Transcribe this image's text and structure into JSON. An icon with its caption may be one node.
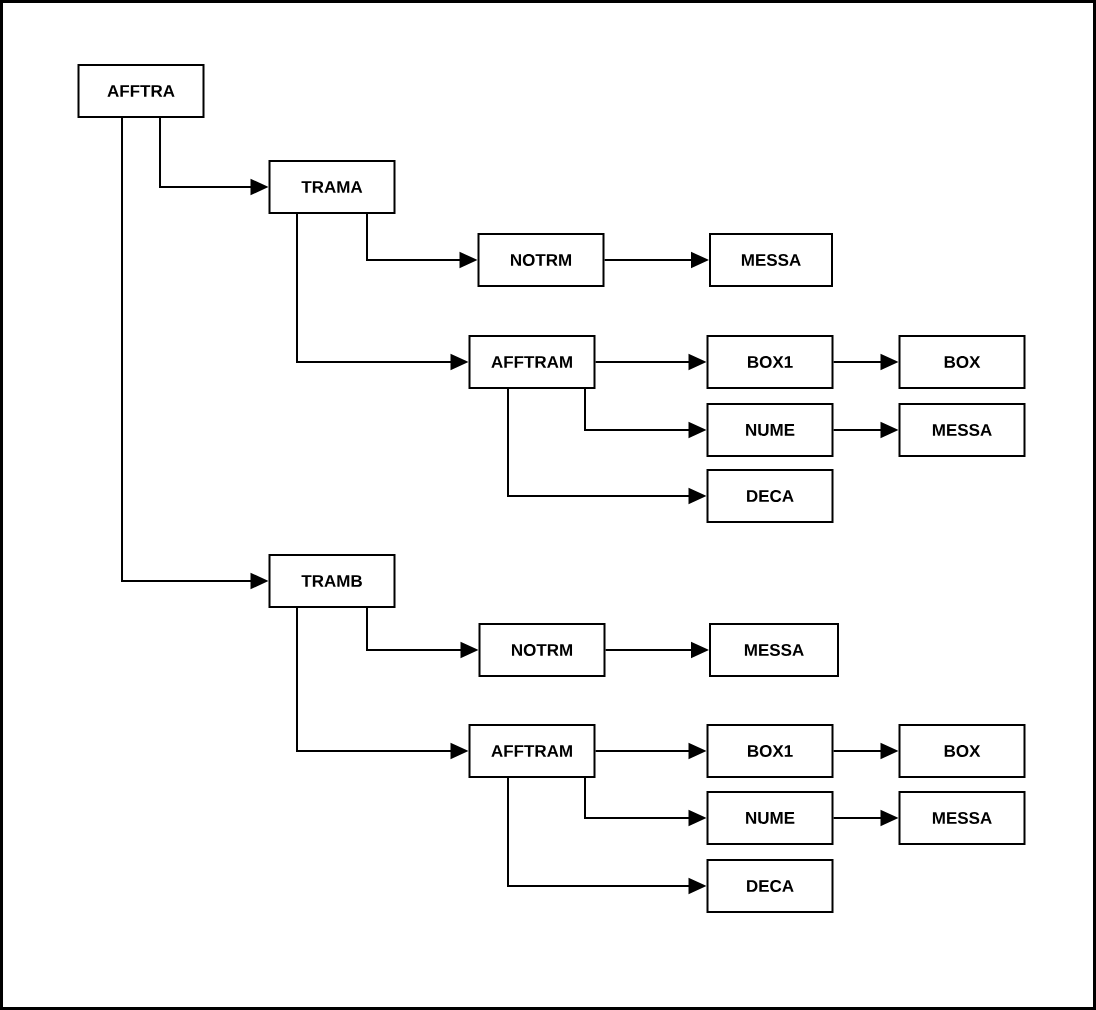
{
  "diagram": {
    "nodes": [
      {
        "text": [
          "AFFTRA"
        ]
      },
      {
        "text": [
          "TRAMA"
        ]
      },
      {
        "text": [
          "NOTRM"
        ]
      },
      {
        "text": [
          "MESSA"
        ]
      },
      {
        "text": [
          "AFFTRAM"
        ]
      },
      {
        "text": [
          "BOX1"
        ]
      },
      {
        "text": [
          "BOX"
        ]
      },
      {
        "text": [
          "NUME"
        ]
      },
      {
        "text": [
          "MESSA"
        ]
      },
      {
        "text": [
          "DECA"
        ]
      },
      {
        "text": [
          "TRAMB"
        ]
      },
      {
        "text": [
          "NOTRM"
        ]
      },
      {
        "text": [
          "MESSA"
        ]
      },
      {
        "text": [
          "AFFTRAM"
        ]
      },
      {
        "text": [
          "BOX1"
        ]
      },
      {
        "text": [
          "BOX"
        ]
      },
      {
        "text": [
          "NUME"
        ]
      },
      {
        "text": [
          "MESSA"
        ]
      },
      {
        "text": [
          "DECA"
        ]
      }
    ],
    "edges": [
      {
        "from": 0,
        "to": 1,
        "arrow": "to"
      },
      {
        "from": 0,
        "to": 10,
        "arrow": "to"
      },
      {
        "from": 1,
        "to": 2,
        "arrow": "to"
      },
      {
        "from": 1,
        "to": 4,
        "arrow": "to"
      },
      {
        "from": 2,
        "to": 3,
        "arrow": "to"
      },
      {
        "from": 4,
        "to": 5,
        "arrow": "to"
      },
      {
        "from": 5,
        "to": 6,
        "arrow": "to"
      },
      {
        "from": 4,
        "to": 7,
        "arrow": "to"
      },
      {
        "from": 7,
        "to": 8,
        "arrow": "to"
      },
      {
        "from": 4,
        "to": 9,
        "arrow": "to"
      },
      {
        "from": 10,
        "to": 11,
        "arrow": "to"
      },
      {
        "from": 10,
        "to": 13,
        "arrow": "to"
      },
      {
        "from": 11,
        "to": 12,
        "arrow": "to"
      },
      {
        "from": 13,
        "to": 14,
        "arrow": "to"
      },
      {
        "from": 14,
        "to": 15,
        "arrow": "to"
      },
      {
        "from": 13,
        "to": 16,
        "arrow": "to"
      },
      {
        "from": 16,
        "to": 17,
        "arrow": "to"
      },
      {
        "from": 13,
        "to": 18,
        "arrow": "to"
      }
    ]
  }
}
